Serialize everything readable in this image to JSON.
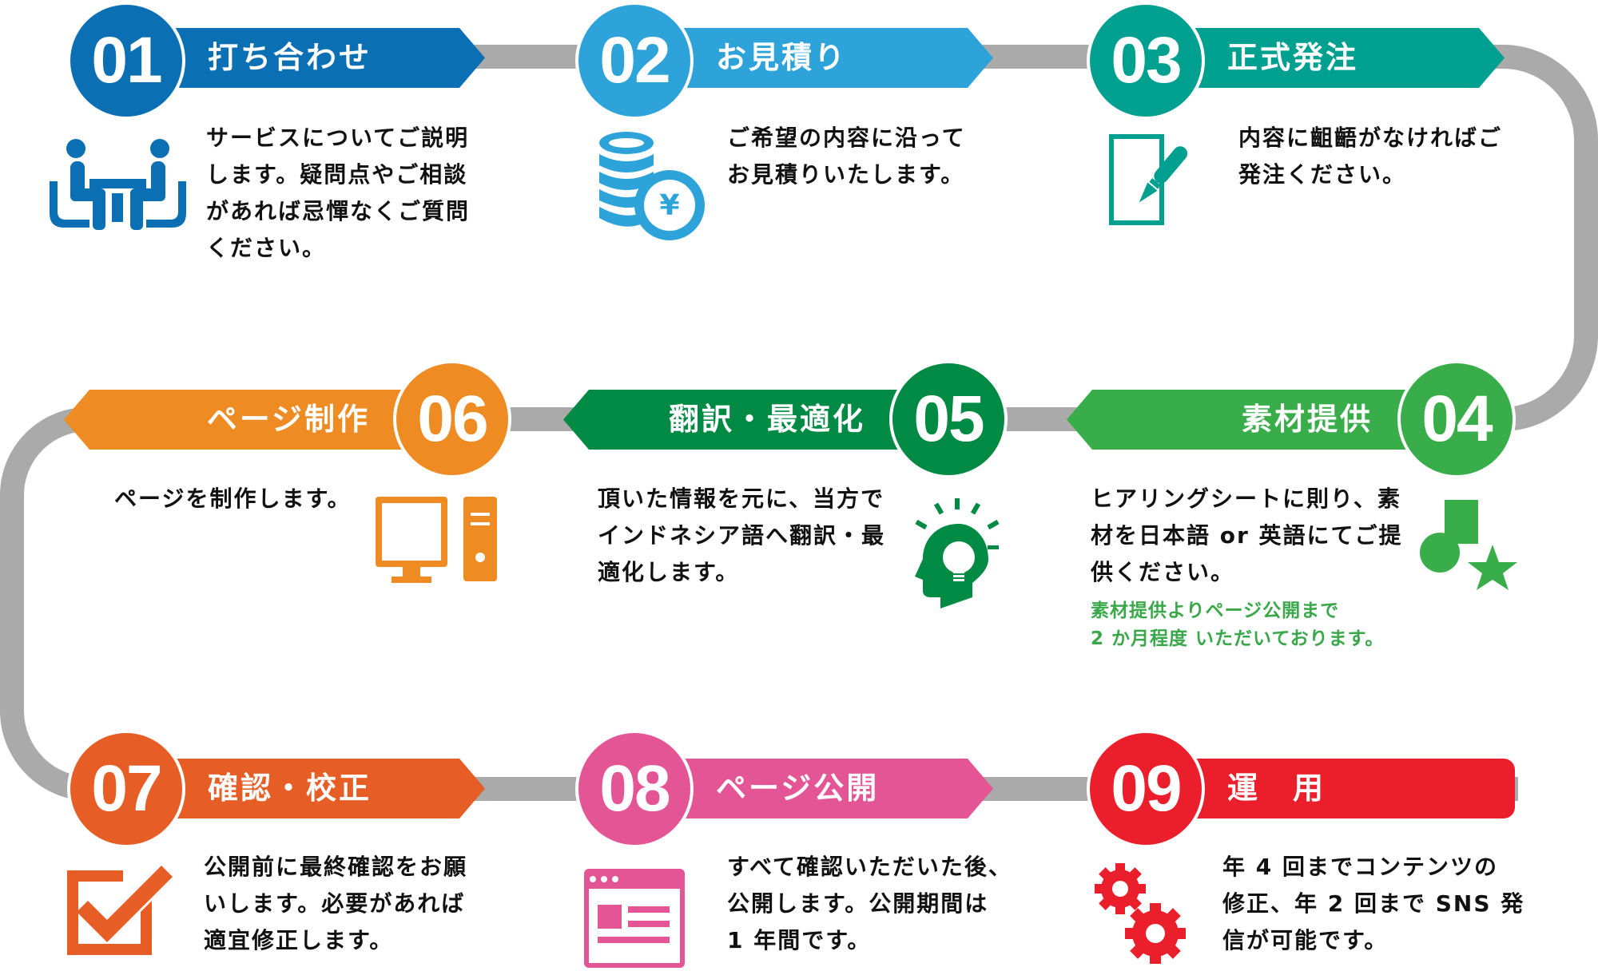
{
  "colors": {
    "track": "#aaaaaa",
    "step01": "#0b6fb3",
    "step02": "#2ea3da",
    "step03": "#00a091",
    "step04": "#39ad4a",
    "step05": "#008a43",
    "step06": "#ee8b22",
    "step07": "#e65d26",
    "step08": "#e35595",
    "step09": "#ea1f2b",
    "body_text": "#111111",
    "note_text": "#3aa84a"
  },
  "steps": [
    {
      "number": "01",
      "title": "打ち合わせ",
      "icon": "meeting-icon",
      "lines": [
        "サービスについてご説明",
        "します。疑問点やご相談",
        "があれば忌憚なくご質問",
        "ください。"
      ]
    },
    {
      "number": "02",
      "title": "お見積り",
      "icon": "yen-coins-icon",
      "lines": [
        "ご希望の内容に沿って",
        "お見積りいたします。"
      ]
    },
    {
      "number": "03",
      "title": "正式発注",
      "icon": "document-pen-icon",
      "lines": [
        "内容に齟齬がなければご",
        "発注ください。"
      ]
    },
    {
      "number": "04",
      "title": "素材提供",
      "icon": "shapes-icon",
      "lines": [
        "ヒアリングシートに則り、素",
        "材を日本語 or 英語にてご提",
        "供ください。"
      ],
      "note": [
        "素材提供よりページ公開まで",
        "2 か月程度 いただいております。"
      ]
    },
    {
      "number": "05",
      "title": "翻訳・最適化",
      "icon": "head-lightbulb-icon",
      "lines": [
        "頂いた情報を元に、当方で",
        "インドネシア語へ翻訳・最",
        "適化します。"
      ]
    },
    {
      "number": "06",
      "title": "ページ制作",
      "icon": "desktop-computer-icon",
      "lines": [
        "ページを制作します。"
      ]
    },
    {
      "number": "07",
      "title": "確認・校正",
      "icon": "checkbox-icon",
      "lines": [
        "公開前に最終確認をお願",
        "いします。必要があれば",
        "適宜修正します。"
      ]
    },
    {
      "number": "08",
      "title": "ページ公開",
      "icon": "browser-window-icon",
      "lines": [
        "すべて確認いただいた後、",
        "公開します。公開期間は",
        "1 年間です。"
      ]
    },
    {
      "number": "09",
      "title": "運　用",
      "icon": "gears-icon",
      "lines": [
        "年 4 回までコンテンツの",
        "修正、年 2 回まで SNS 発",
        "信が可能です。"
      ]
    }
  ]
}
